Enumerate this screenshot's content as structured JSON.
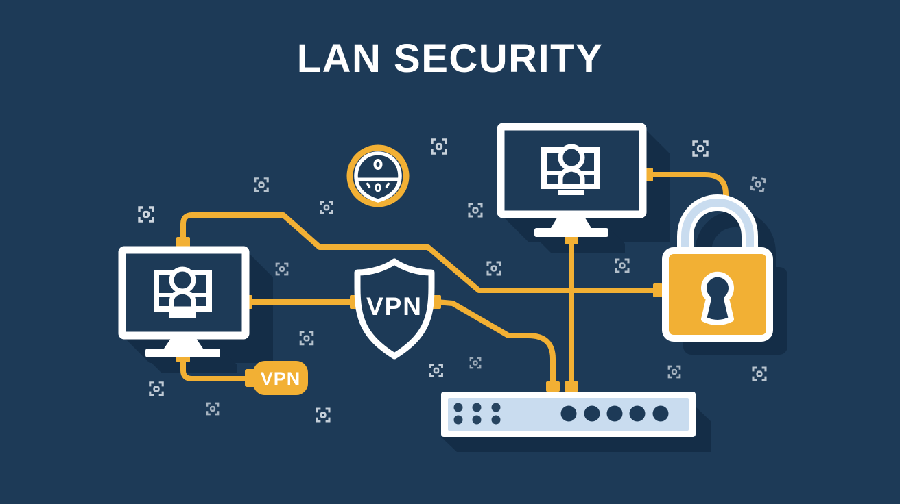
{
  "title": "LAN SECURITY",
  "vpn_shield": {
    "label": "VPN"
  },
  "vpn_badge": {
    "label": "VPN"
  },
  "colors": {
    "background": "#1D3A57",
    "accent_yellow": "#F2B034",
    "white": "#FFFFFF",
    "light_blue": "#C9DCEF",
    "shadow": "#142D47",
    "icon_light": "#DCE3EA",
    "navy_detail": "#274460"
  },
  "icons": {
    "scan_frame": "scan-frame-icon",
    "secure_pin": "secure-pin-badge-icon",
    "vpn_shield": "vpn-shield-icon",
    "padlock": "padlock-icon",
    "monitor_user": "monitor-user-icon",
    "network_switch": "network-switch-icon"
  }
}
